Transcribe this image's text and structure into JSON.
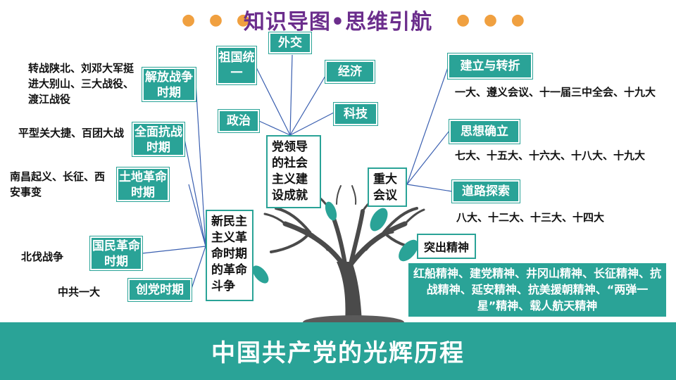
{
  "header": {
    "title": "知识导图•思维引航",
    "dots_left": "● ● ●",
    "dots_right": "● ● ●"
  },
  "left_branch": {
    "center": "新民主主义革命时期的革命斗争",
    "periods": [
      {
        "label": "解放战争时期",
        "events": "转战陕北、刘邓大军挺进大别山、三大战役、渡江战役"
      },
      {
        "label": "全面抗战时期",
        "events": "平型关大捷、百团大战"
      },
      {
        "label": "土地革命时期",
        "events": "南昌起义、长征、西安事变"
      },
      {
        "label": "国民革命时期",
        "events": "北伐战争"
      },
      {
        "label": "创党时期",
        "events": "中共一大"
      }
    ]
  },
  "middle_branch": {
    "center": "党领导的社会主义建设成就",
    "items": [
      "祖国统一",
      "外交",
      "经济",
      "政治",
      "科技"
    ]
  },
  "right_branch": {
    "center": "重大会议",
    "items": [
      {
        "label": "建立与转折",
        "meetings": "一大、遵义会议、十一届三中全会、十九大"
      },
      {
        "label": "思想确立",
        "meetings": "七大、十五大、十六大、十八大、十九大"
      },
      {
        "label": "道路探索",
        "meetings": "八大、十二大、十三大、十四大"
      }
    ]
  },
  "spirit": {
    "title": "突出精神",
    "content": "红船精神、建党精神、井冈山精神、长征精神、抗战精神、延安精神、抗美援朝精神、“两弹一星”精神、载人航天精神"
  },
  "footer": {
    "title": "中国共产党的光辉历程"
  },
  "colors": {
    "teal": "#2aa397",
    "title_purple": "#6b2d8c",
    "dots": "#f0a040",
    "lines": "#3a5fb0",
    "tree": "#4a4a4a"
  }
}
